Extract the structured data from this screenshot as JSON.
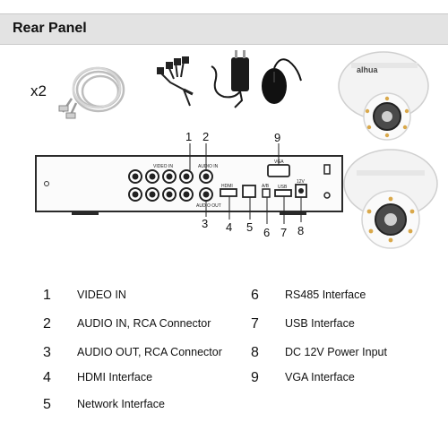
{
  "header": {
    "title": "Rear Panel"
  },
  "accessories": {
    "cable_quantity": "x2"
  },
  "diagram": {
    "callouts": [
      "1",
      "2",
      "3",
      "4",
      "5",
      "6",
      "7",
      "8",
      "9"
    ],
    "panel_labels": {
      "video_in": "VIDEO IN",
      "audio_in": "AUDIO IN",
      "audio_out": "AUDIO OUT",
      "vga": "VGA",
      "hdmi": "HDMI",
      "usb": "USB",
      "power": "12V",
      "ab": "A/B",
      "camera_brand": "alhua"
    }
  },
  "legend": [
    {
      "number": "1",
      "label": "VIDEO IN"
    },
    {
      "number": "2",
      "label": "AUDIO IN, RCA Connector"
    },
    {
      "number": "3",
      "label": "AUDIO OUT, RCA Connector"
    },
    {
      "number": "4",
      "label": "HDMI Interface"
    },
    {
      "number": "5",
      "label": "Network Interface"
    },
    {
      "number": "6",
      "label": "RS485 Interface"
    },
    {
      "number": "7",
      "label": "USB Interface"
    },
    {
      "number": "8",
      "label": "DC 12V Power Input"
    },
    {
      "number": "9",
      "label": "VGA Interface"
    }
  ]
}
